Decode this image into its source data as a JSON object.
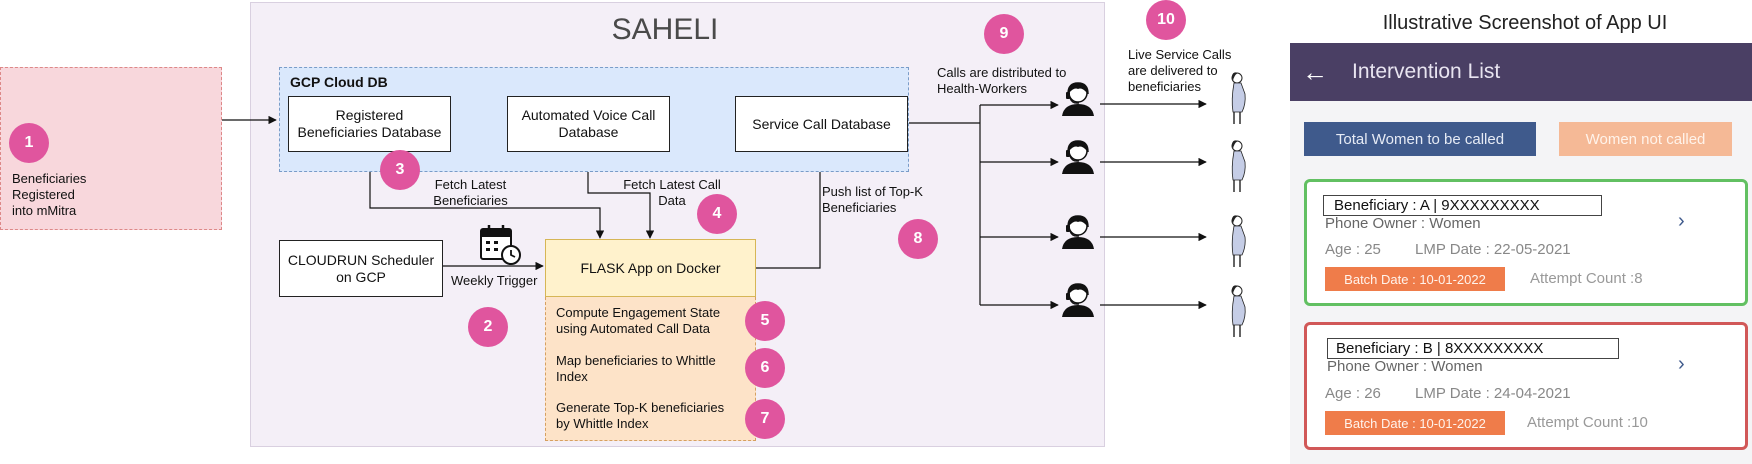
{
  "diagram": {
    "title": "SAHELI",
    "db_region_title": "GCP Cloud DB",
    "beneficiaries_caption": [
      "Beneficiaries",
      "Registered",
      "into mMitra"
    ],
    "boxes": {
      "registered_db": "Registered Beneficiaries Database",
      "voice_db": "Automated Voice Call Database",
      "service_db": "Service Call Database",
      "cloudrun": "CLOUDRUN Scheduler on GCP",
      "flask": "FLASK App on Docker"
    },
    "steps": {
      "compute": "Compute Engagement State using Automated Call Data",
      "map": "Map beneficiaries to Whittle Index",
      "generate": "Generate Top-K beneficiaries by Whittle Index"
    },
    "labels": {
      "fetch_beneficiaries": "Fetch Latest Beneficiaries",
      "fetch_call": "Fetch Latest Call Data",
      "weekly_trigger": "Weekly Trigger",
      "push_list": "Push list of Top-K Beneficiaries",
      "distributed": "Calls are distributed to Health-Workers",
      "delivered": "Live Service Calls are delivered to beneficiaries"
    },
    "badges": [
      "1",
      "2",
      "3",
      "4",
      "5",
      "6",
      "7",
      "8",
      "9",
      "10"
    ],
    "colors": {
      "badge": "#e0559e",
      "beneficiary_panel": "#f8d7dc",
      "saheli_panel": "#f4eff7",
      "db_region": "#dae8fc",
      "flask": "#fff2cc",
      "steps": "#fde3c8"
    }
  },
  "app": {
    "caption": "Illustrative Screenshot of App UI",
    "back_icon": "back-arrow-icon",
    "header_title": "Intervention List",
    "btn_total": "Total Women to be called",
    "btn_not_called": "Women not called",
    "cards": [
      {
        "beneficiary": "Beneficiary : A | 9XXXXXXXXX",
        "phone_owner": "Phone Owner : Women",
        "age": "Age : 25",
        "lmp": "LMP Date : 22-05-2021",
        "batch": "Batch Date : 10-01-2022",
        "attempt": "Attempt Count :8"
      },
      {
        "beneficiary": "Beneficiary : B | 8XXXXXXXXX",
        "phone_owner": "Phone Owner : Women",
        "age": "Age : 26",
        "lmp": "LMP Date : 24-04-2021",
        "batch": "Batch Date : 10-01-2022",
        "attempt": "Attempt Count :10"
      }
    ],
    "colors": {
      "header": "#4a3f64",
      "btn_total": "#3f5a8c",
      "btn_not_called": "#f5b996",
      "card_a_border": "#62c062",
      "card_b_border": "#d15858",
      "batch": "#ef7c4a"
    }
  }
}
